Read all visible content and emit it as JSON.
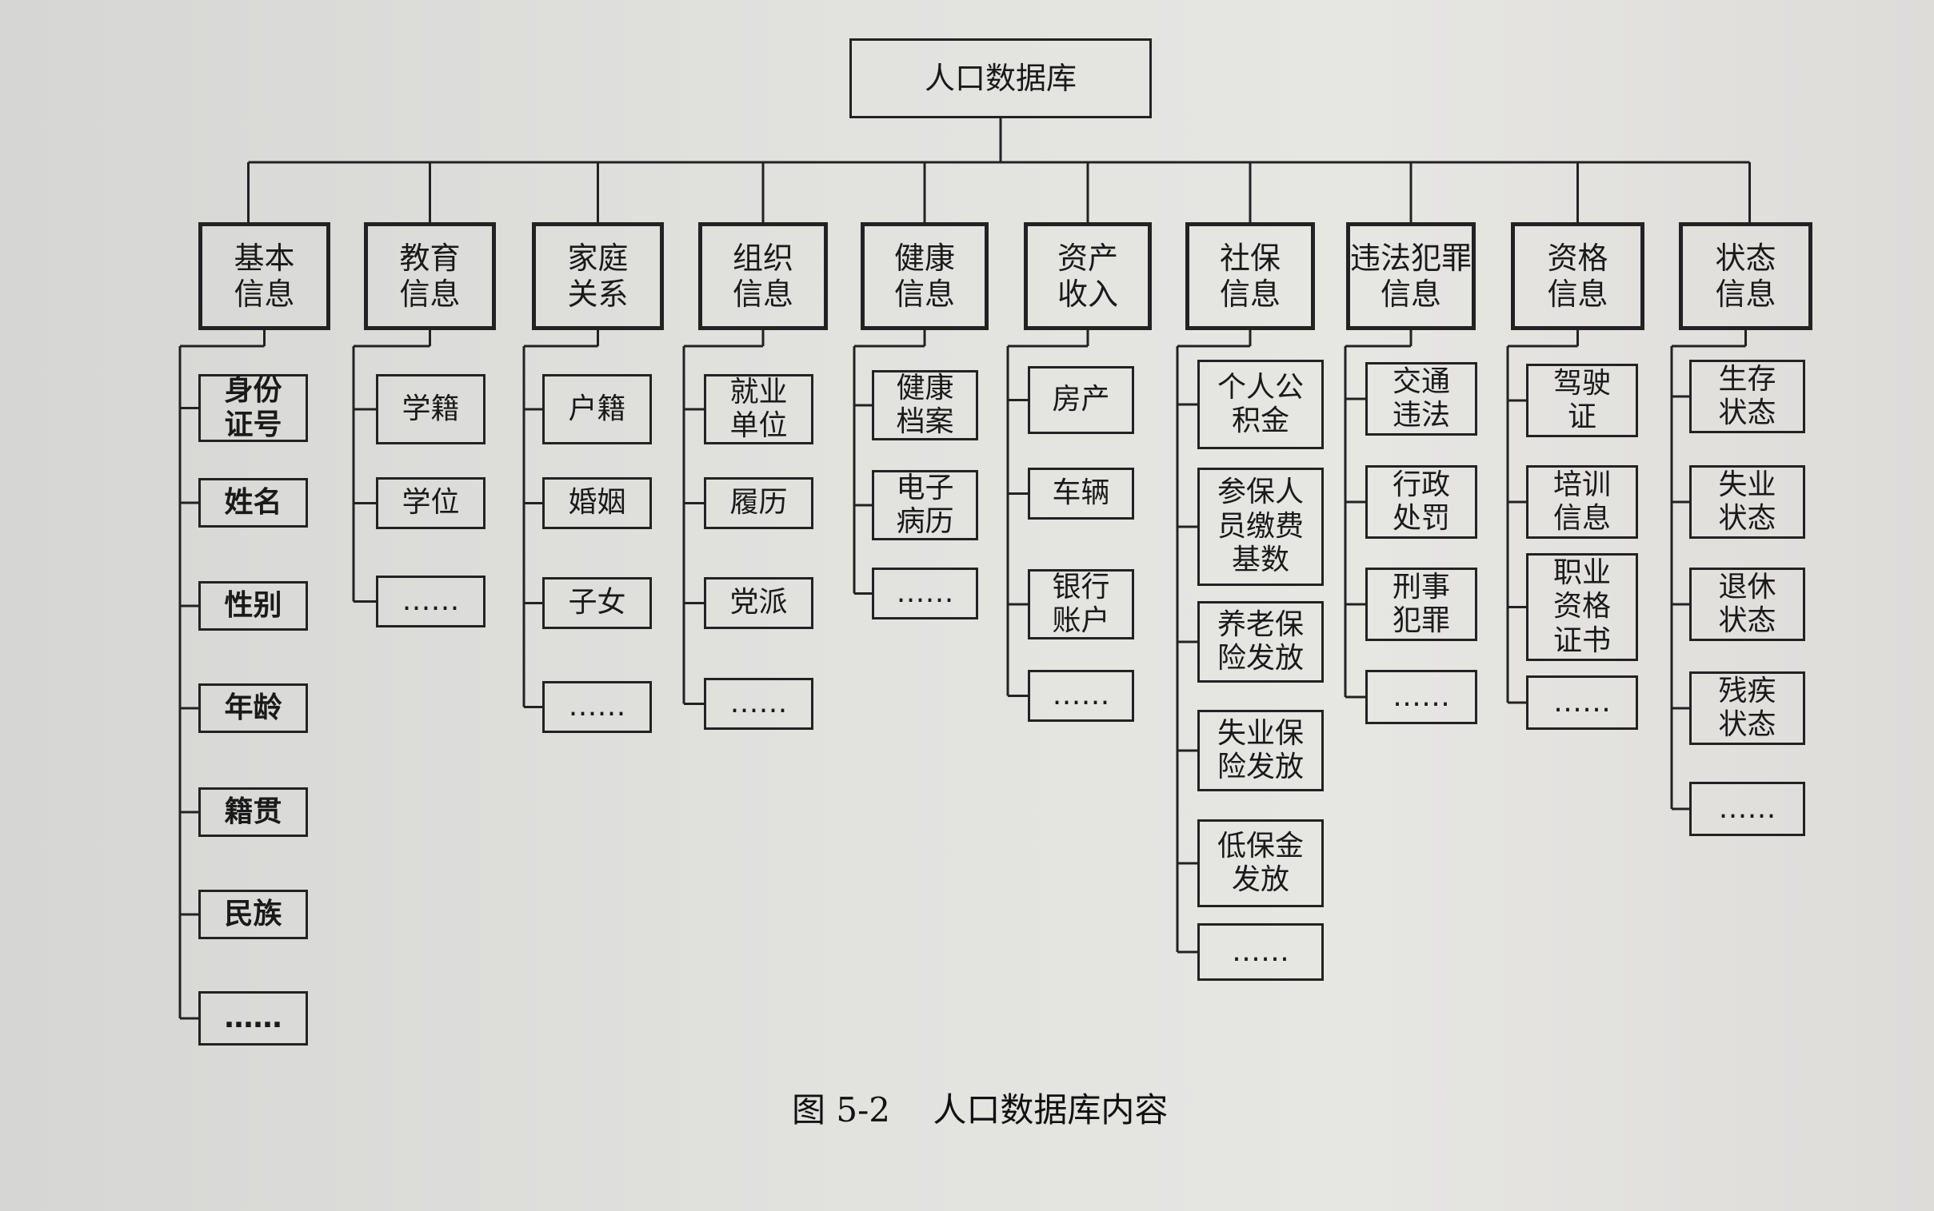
{
  "root": {
    "label": "人口数据库"
  },
  "categories": [
    {
      "label": "基本\n信息",
      "bold_items": true,
      "items": [
        "身份\n证号",
        "姓名",
        "性别",
        "年龄",
        "籍贯",
        "民族",
        "……"
      ]
    },
    {
      "label": "教育\n信息",
      "items": [
        "学籍",
        "学位",
        "……"
      ]
    },
    {
      "label": "家庭\n关系",
      "items": [
        "户籍",
        "婚姻",
        "子女",
        "……"
      ]
    },
    {
      "label": "组织\n信息",
      "items": [
        "就业\n单位",
        "履历",
        "党派",
        "……"
      ]
    },
    {
      "label": "健康\n信息",
      "items": [
        "健康\n档案",
        "电子\n病历",
        "……"
      ]
    },
    {
      "label": "资产\n收入",
      "items": [
        "房产",
        "车辆",
        "银行\n账户",
        "……"
      ]
    },
    {
      "label": "社保\n信息",
      "items": [
        "个人公\n积金",
        "参保人\n员缴费\n基数",
        "养老保\n险发放",
        "失业保\n险发放",
        "低保金\n发放",
        "……"
      ]
    },
    {
      "label": "违法犯罪\n信息",
      "items": [
        "交通\n违法",
        "行政\n处罚",
        "刑事\n犯罪",
        "……"
      ]
    },
    {
      "label": "资格\n信息",
      "items": [
        "驾驶\n证",
        "培训\n信息",
        "职业\n资格\n证书",
        "……"
      ]
    },
    {
      "label": "状态\n信息",
      "items": [
        "生存\n状态",
        "失业\n状态",
        "退休\n状态",
        "残疾\n状态",
        "……"
      ]
    }
  ],
  "caption": "图 5-2    人口数据库内容"
}
